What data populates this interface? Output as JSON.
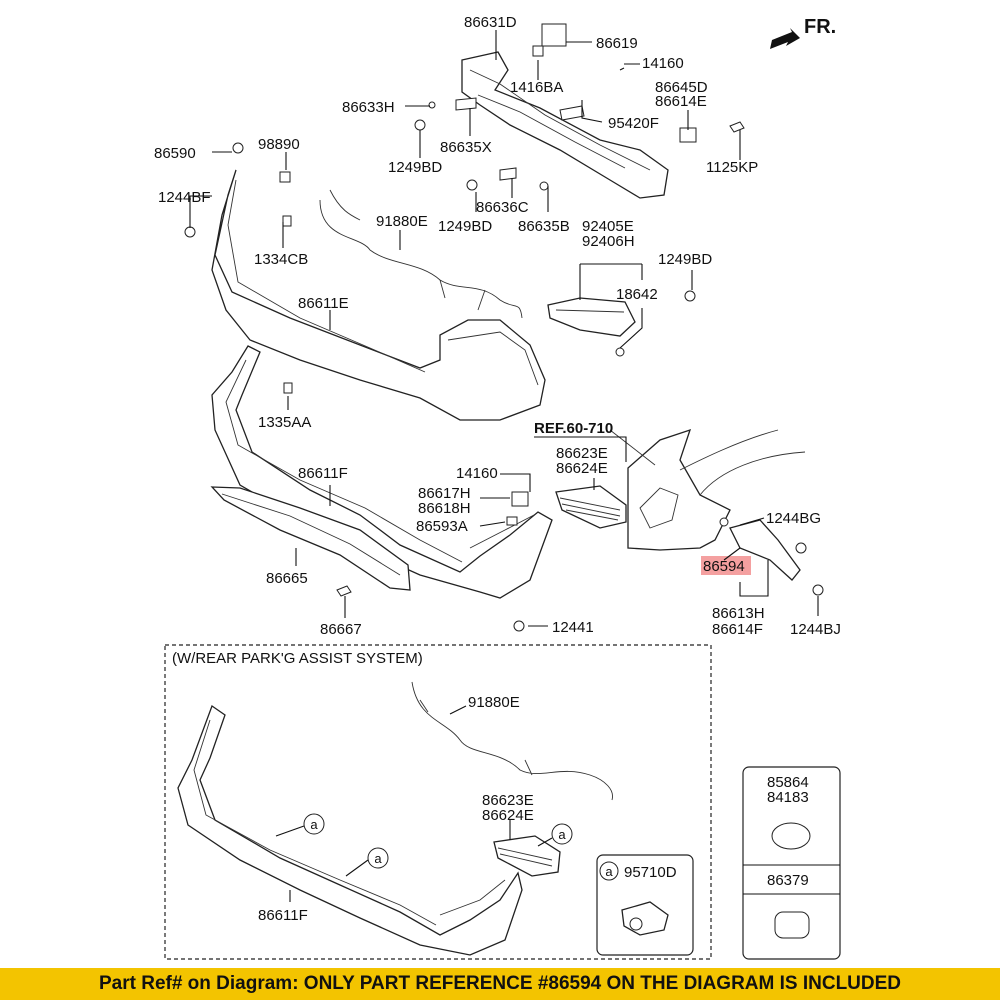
{
  "direction_label": "FR.",
  "callouts": {
    "p86631D": "86631D",
    "p86619": "86619",
    "p14160_top": "14160",
    "p1416BA": "1416BA",
    "p86645D": "86645D",
    "p86614E": "86614E",
    "p86633H": "86633H",
    "p95420F": "95420F",
    "p86590": "86590",
    "p98890": "98890",
    "p86635X": "86635X",
    "p1249BD_a": "1249BD",
    "p1125KP": "1125KP",
    "p1244BF": "1244BF",
    "p86636C": "86636C",
    "p91880E_top": "91880E",
    "p1249BD_b": "1249BD",
    "p86635B": "86635B",
    "p92405E": "92405E",
    "p92406H": "92406H",
    "p1334CB": "1334CB",
    "p1249BD_c": "1249BD",
    "p18642": "18642",
    "p86611E": "86611E",
    "p1335AA": "1335AA",
    "ref": "REF.60-710",
    "p86623E_top": "86623E",
    "p86624E_top": "86624E",
    "p86611F_top": "86611F",
    "p14160_mid": "14160",
    "p86617H": "86617H",
    "p86618H": "86618H",
    "p86593A": "86593A",
    "p1244BG": "1244BG",
    "p86594": "86594",
    "p86665": "86665",
    "p86613H": "86613H",
    "p86614F": "86614F",
    "p1244BJ": "1244BJ",
    "p86667": "86667",
    "p12441": "12441",
    "inset_title": "(W/REAR PARK'G ASSIST SYSTEM)",
    "p91880E_inset": "91880E",
    "p86623E_inset": "86623E",
    "p86624E_inset": "86624E",
    "p86611F_inset": "86611F",
    "circle_a": "a",
    "p95710D": "95710D",
    "p85864": "85864",
    "p84183": "84183",
    "p86379": "86379"
  },
  "highlight_color": "#f4a0a0",
  "banner_color": "#f3c400",
  "banner": {
    "text": "Part Ref# on Diagram: ONLY PART REFERENCE #86594 ON THE DIAGRAM IS INCLUDED"
  }
}
